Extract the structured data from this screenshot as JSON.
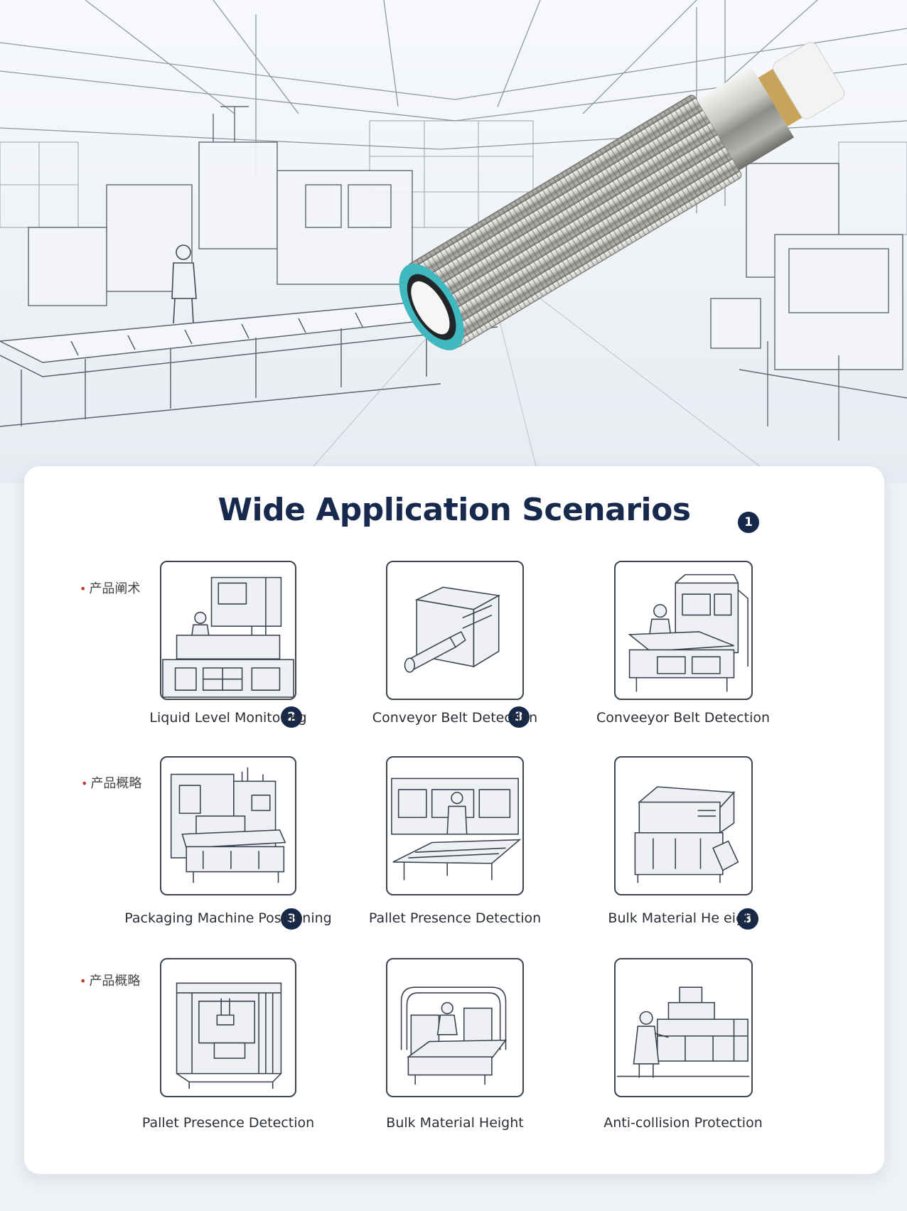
{
  "title": "Wide Application Scenarios",
  "side_labels": [
    "产品阐术",
    "产品概略",
    "产品概略"
  ],
  "badges": [
    "1",
    "2",
    "3",
    "3",
    "3"
  ],
  "scenarios": [
    {
      "caption": "Liquid Level Monitoring"
    },
    {
      "caption": "Conveyor Belt Detection"
    },
    {
      "caption": "Conveeyor Belt Detection"
    },
    {
      "caption": "Packaging Machine Positioning"
    },
    {
      "caption": "Pallet Presence Detection"
    },
    {
      "caption": "Bulk Material He eight"
    },
    {
      "caption": "Pallet Presence Detection"
    },
    {
      "caption": "Bulk Material Height"
    },
    {
      "caption": "Anti-collision Protection"
    }
  ],
  "colors": {
    "title": "#17294d",
    "badge": "#15284a",
    "sensor_ring": "#3fb8c0"
  }
}
